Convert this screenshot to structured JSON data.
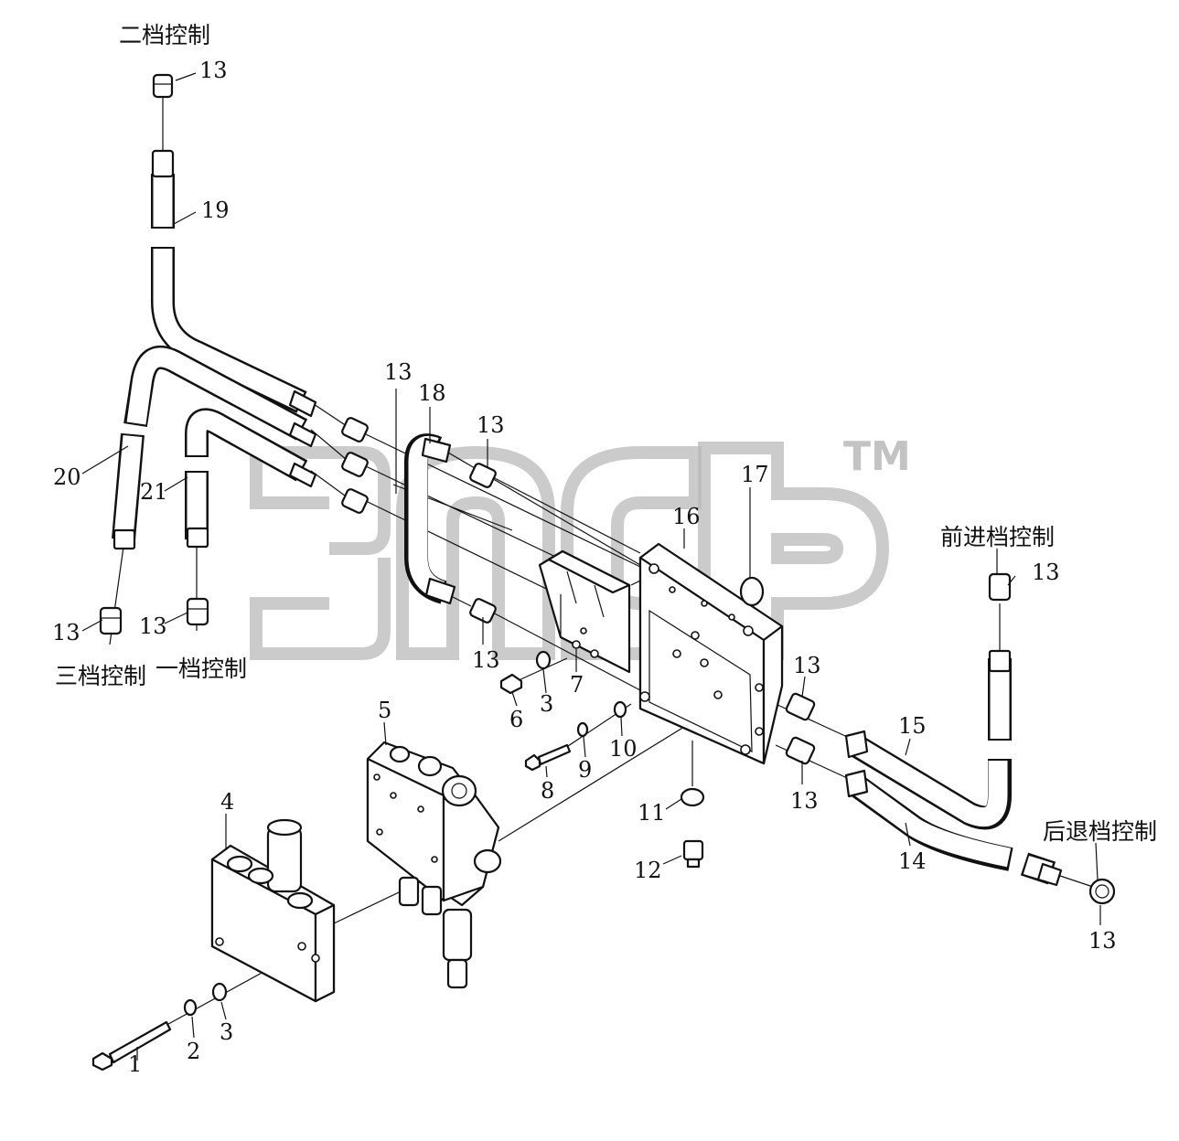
{
  "labels": {
    "second_gear_control": "二档控制",
    "third_gear_control": "三档控制",
    "first_gear_control": "一档控制",
    "forward_gear_control": "前进档控制",
    "reverse_gear_control": "后退档控制"
  },
  "part_numbers": {
    "p1": "1",
    "p2": "2",
    "p3a": "3",
    "p3b": "3",
    "p4": "4",
    "p5": "5",
    "p6": "6",
    "p7": "7",
    "p8": "8",
    "p9": "9",
    "p10": "10",
    "p11": "11",
    "p12": "12",
    "p13_top": "13",
    "p13_mid": "13",
    "p13_tee": "13",
    "p13_tee2": "13",
    "p13_left1": "13",
    "p13_left2": "13",
    "p13_r1": "13",
    "p13_r2": "13",
    "p13_fwd": "13",
    "p13_rev": "13",
    "p14": "14",
    "p15": "15",
    "p16": "16",
    "p17": "17",
    "p18": "18",
    "p19": "19",
    "p20": "20",
    "p21": "21"
  },
  "watermark": {
    "trademark": "TM"
  }
}
